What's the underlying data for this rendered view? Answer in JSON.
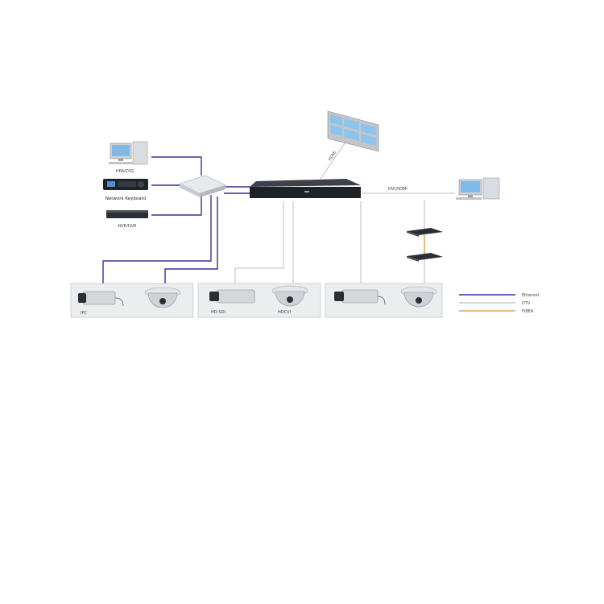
{
  "devices": {
    "pc_left": {
      "label": "HRA/DSS"
    },
    "keyboard": {
      "label": "Network Keyboard"
    },
    "nvr": {
      "label": "NVR/DVR"
    },
    "video_wall": {
      "label": "HDMI"
    },
    "hdmi_link": {
      "label": "DVI/HDMI"
    }
  },
  "cameras": {
    "group1": {
      "label": "IPC"
    },
    "group2_box": {
      "label": "HD-SDI"
    },
    "group2_dome": {
      "label": "HDCVI"
    }
  },
  "legend": [
    {
      "label": "Ethernet",
      "color": "#3a2f9c"
    },
    {
      "label": "DTV",
      "color": "#bdbdbd"
    },
    {
      "label": "FIBER",
      "color": "#e0913a"
    }
  ],
  "colors": {
    "ethernet": "#3a2f9c",
    "coax": "#bdbdbd",
    "fiber": "#e0913a",
    "device_dark": "#1e2328"
  }
}
